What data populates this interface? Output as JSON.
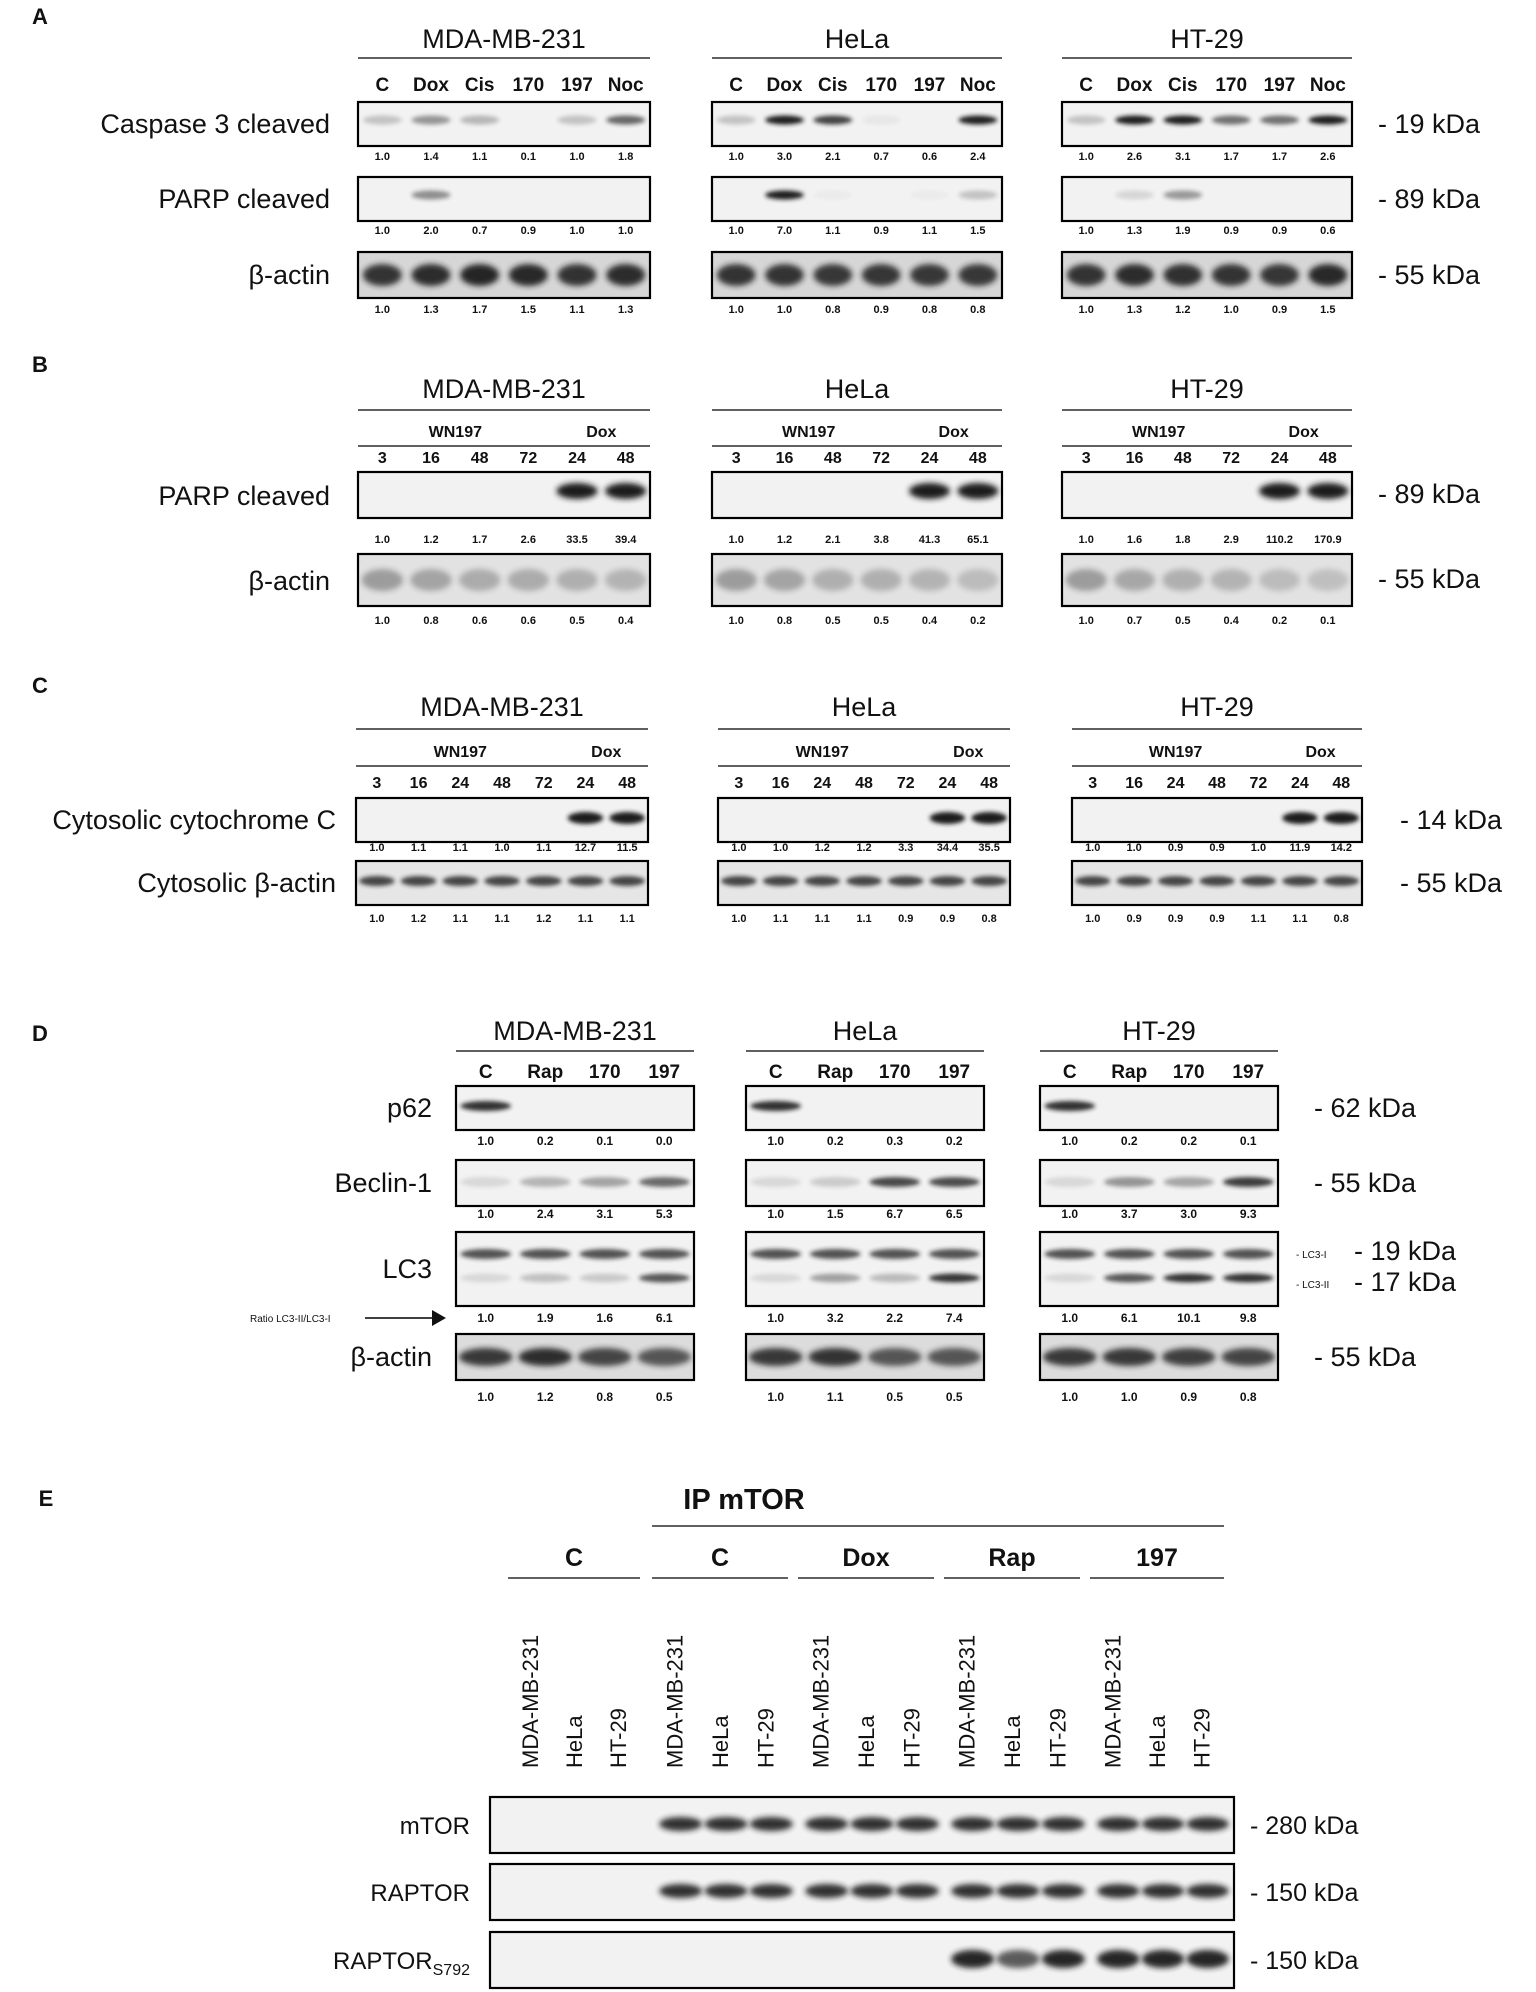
{
  "figure": {
    "panels": {
      "A": {
        "letter": "A",
        "cells": [
          "MDA-MB-231",
          "HeLa",
          "HT-29"
        ],
        "lanes": [
          "C",
          "Dox",
          "Cis",
          "170",
          "197",
          "Noc"
        ],
        "rows": [
          {
            "label": "Caspase 3 cleaved",
            "kda": "- 19 kDa",
            "values": [
              [
                "1.0",
                "1.4",
                "1.1",
                "0.1",
                "1.0",
                "1.8"
              ],
              [
                "1.0",
                "3.0",
                "2.1",
                "0.7",
                "0.6",
                "2.4"
              ],
              [
                "1.0",
                "2.6",
                "3.1",
                "1.7",
                "1.7",
                "2.6"
              ]
            ]
          },
          {
            "label": "PARP cleaved",
            "kda": "- 89 kDa",
            "values": [
              [
                "1.0",
                "2.0",
                "0.7",
                "0.9",
                "1.0",
                "1.0"
              ],
              [
                "1.0",
                "7.0",
                "1.1",
                "0.9",
                "1.1",
                "1.5"
              ],
              [
                "1.0",
                "1.3",
                "1.9",
                "0.9",
                "0.9",
                "0.6"
              ]
            ]
          },
          {
            "label": "β-actin",
            "kda": "- 55 kDa",
            "values": [
              [
                "1.0",
                "1.3",
                "1.7",
                "1.5",
                "1.1",
                "1.3"
              ],
              [
                "1.0",
                "1.0",
                "0.8",
                "0.9",
                "0.8",
                "0.8"
              ],
              [
                "1.0",
                "1.3",
                "1.2",
                "1.0",
                "0.9",
                "1.5"
              ]
            ]
          }
        ]
      },
      "B": {
        "letter": "B",
        "cells": [
          "MDA-MB-231",
          "HeLa",
          "HT-29"
        ],
        "groups": [
          "WN197",
          "Dox"
        ],
        "lanes": [
          "3",
          "16",
          "48",
          "72",
          "24",
          "48"
        ],
        "rows": [
          {
            "label": "PARP cleaved",
            "kda": "- 89 kDa",
            "values": [
              [
                "1.0",
                "1.2",
                "1.7",
                "2.6",
                "33.5",
                "39.4"
              ],
              [
                "1.0",
                "1.2",
                "2.1",
                "3.8",
                "41.3",
                "65.1"
              ],
              [
                "1.0",
                "1.6",
                "1.8",
                "2.9",
                "110.2",
                "170.9"
              ]
            ]
          },
          {
            "label": "β-actin",
            "kda": "- 55 kDa",
            "values": [
              [
                "1.0",
                "0.8",
                "0.6",
                "0.6",
                "0.5",
                "0.4"
              ],
              [
                "1.0",
                "0.8",
                "0.5",
                "0.5",
                "0.4",
                "0.2"
              ],
              [
                "1.0",
                "0.7",
                "0.5",
                "0.4",
                "0.2",
                "0.1"
              ]
            ]
          }
        ]
      },
      "C": {
        "letter": "C",
        "cells": [
          "MDA-MB-231",
          "HeLa",
          "HT-29"
        ],
        "groups": [
          "WN197",
          "Dox"
        ],
        "lanes": [
          "3",
          "16",
          "24",
          "48",
          "72",
          "24",
          "48"
        ],
        "rows": [
          {
            "label": "Cytosolic cytochrome C",
            "kda": "- 14 kDa",
            "values": [
              [
                "1.0",
                "1.1",
                "1.1",
                "1.0",
                "1.1",
                "12.7",
                "11.5"
              ],
              [
                "1.0",
                "1.0",
                "1.2",
                "1.2",
                "3.3",
                "34.4",
                "35.5"
              ],
              [
                "1.0",
                "1.0",
                "0.9",
                "0.9",
                "1.0",
                "11.9",
                "14.2"
              ]
            ]
          },
          {
            "label": "Cytosolic β-actin",
            "kda": "- 55 kDa",
            "values": [
              [
                "1.0",
                "1.2",
                "1.1",
                "1.1",
                "1.2",
                "1.1",
                "1.1"
              ],
              [
                "1.0",
                "1.1",
                "1.1",
                "1.1",
                "0.9",
                "0.9",
                "0.8"
              ],
              [
                "1.0",
                "0.9",
                "0.9",
                "0.9",
                "1.1",
                "1.1",
                "0.8"
              ]
            ]
          }
        ]
      },
      "D": {
        "letter": "D",
        "cells": [
          "MDA-MB-231",
          "HeLa",
          "HT-29"
        ],
        "lanes": [
          "C",
          "Rap",
          "170",
          "197"
        ],
        "ratio_note": "Ratio LC3-II/LC3-I",
        "lc3_bands": [
          "- LC3-I",
          "- LC3-II"
        ],
        "rows": [
          {
            "label": "p62",
            "kda": "- 62 kDa",
            "values": [
              [
                "1.0",
                "0.2",
                "0.1",
                "0.0"
              ],
              [
                "1.0",
                "0.2",
                "0.3",
                "0.2"
              ],
              [
                "1.0",
                "0.2",
                "0.2",
                "0.1"
              ]
            ]
          },
          {
            "label": "Beclin-1",
            "kda": "- 55 kDa",
            "values": [
              [
                "1.0",
                "2.4",
                "3.1",
                "5.3"
              ],
              [
                "1.0",
                "1.5",
                "6.7",
                "6.5"
              ],
              [
                "1.0",
                "3.7",
                "3.0",
                "9.3"
              ]
            ]
          },
          {
            "label": "LC3",
            "kda": "- 19 kDa",
            "kda2": "- 17 kDa",
            "values": [
              [
                "1.0",
                "1.9",
                "1.6",
                "6.1"
              ],
              [
                "1.0",
                "3.2",
                "2.2",
                "7.4"
              ],
              [
                "1.0",
                "6.1",
                "10.1",
                "9.8"
              ]
            ]
          },
          {
            "label": "β-actin",
            "kda": "- 55 kDa",
            "values": [
              [
                "1.0",
                "1.2",
                "0.8",
                "0.5"
              ],
              [
                "1.0",
                "1.1",
                "0.5",
                "0.5"
              ],
              [
                "1.0",
                "1.0",
                "0.9",
                "0.8"
              ]
            ]
          }
        ]
      },
      "E": {
        "letter": "E",
        "ip_label": "IP mTOR",
        "groups": [
          "C",
          "C",
          "Dox",
          "Rap",
          "197"
        ],
        "cell_lanes": [
          "MDA-MB-231",
          "HeLa",
          "HT-29"
        ],
        "rows": [
          {
            "label": "mTOR",
            "kda": "- 280 kDa"
          },
          {
            "label": "RAPTOR",
            "kda": "- 150 kDa"
          },
          {
            "label": "RAPTOR",
            "label_sub": "S792",
            "kda": "- 150 kDa"
          }
        ]
      }
    }
  },
  "colors": {
    "text": "#111111",
    "band": "#1a1a1a",
    "blot_bg": "#f2f2f2",
    "frame": "#000000"
  }
}
